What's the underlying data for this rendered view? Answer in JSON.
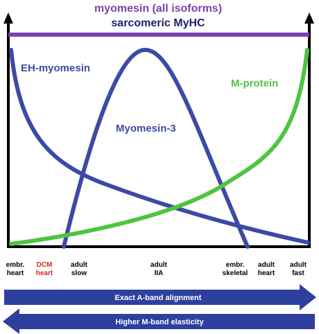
{
  "titles": {
    "line1": "myomesin (all isoforms)",
    "line2": "sarcomeric MyHC"
  },
  "curves": {
    "eh_myomesin": "EH-myomesin",
    "myomesin3": "Myomesin-3",
    "m_protein": "M-protein"
  },
  "x_categories": [
    {
      "line1": "embr.",
      "line2": "heart"
    },
    {
      "line1": "DCM",
      "line2": "heart"
    },
    {
      "line1": "adult",
      "line2": "slow"
    },
    {
      "line1": "adult",
      "line2": "IIA"
    },
    {
      "line1": "embr.",
      "line2": "skeletal"
    },
    {
      "line1": "adult",
      "line2": "heart"
    },
    {
      "line1": "adult",
      "line2": "fast"
    }
  ],
  "arrows": {
    "right": "Exact A-band alignment",
    "left": "Higher M-band elasticity"
  },
  "colors": {
    "purple": "#7b3fae",
    "blue": "#3c4aa6",
    "green": "#4fc442",
    "red": "#d9261c",
    "arrow_blue": "#2f3f9e",
    "axis": "#000000"
  }
}
